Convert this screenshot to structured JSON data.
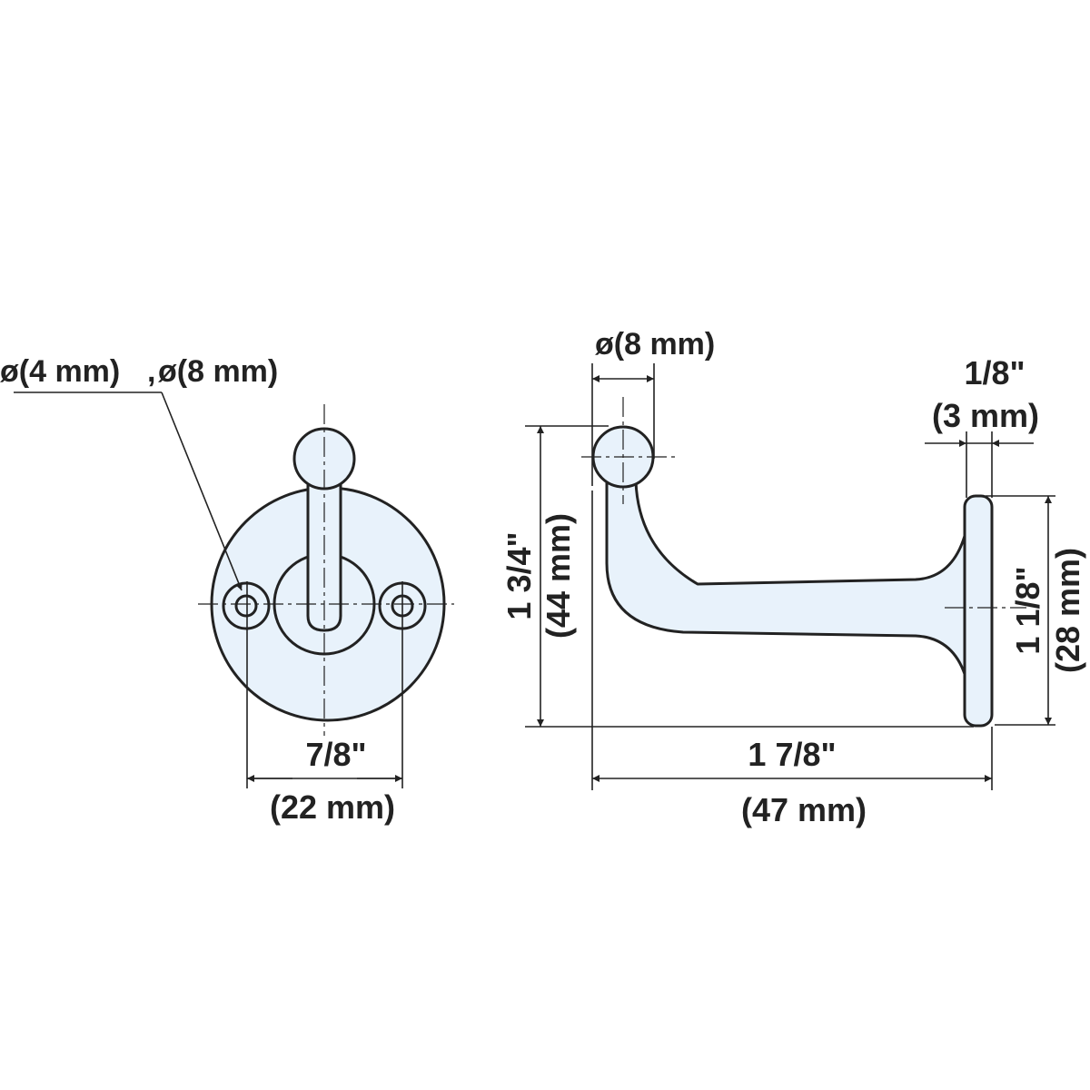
{
  "front_view": {
    "hole_callout": {
      "small_hole": "ø(4 mm)",
      "separator": ",",
      "large_hole": "ø(8 mm)"
    },
    "hole_spacing": {
      "inch": "7/8\"",
      "metric": "(22 mm)"
    }
  },
  "side_view": {
    "knob_diameter": "ø(8 mm)",
    "plate_thickness": {
      "inch": "1/8\"",
      "metric": "(3 mm)"
    },
    "overall_height": {
      "inch": "1 3/4\"",
      "metric": "(44 mm)"
    },
    "plate_diameter": {
      "inch": "1 1/8\"",
      "metric": "(28 mm)"
    },
    "overall_length": {
      "inch": "1 7/8\"",
      "metric": "(47 mm)"
    }
  },
  "colors": {
    "part_fill": "#e8f2fb",
    "line": "#222222"
  }
}
